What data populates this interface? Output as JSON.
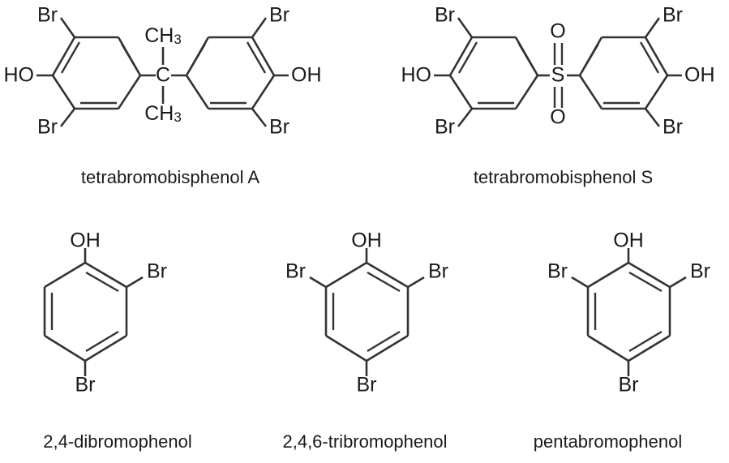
{
  "figure": {
    "background_color": "#ffffff",
    "line_color": "#333333",
    "text_color": "#1a1a1a",
    "rows": 2,
    "columns_row1": 2,
    "columns_row2": 3
  },
  "compounds": [
    {
      "id": "tetrabromobisphenol-a",
      "caption": "tetrabromobisphenol A",
      "bridge": "C",
      "bridge_substituents": [
        "CH3",
        "CH3"
      ],
      "rings": 2,
      "labels": {
        "hydroxyl_left": "HO",
        "hydroxyl_right": "OH",
        "bromo": "Br",
        "methyl_top": "CH",
        "methyl_top_sub": "3",
        "methyl_bottom": "CH",
        "methyl_bottom_sub": "3",
        "bridge_carbon": "C"
      },
      "bromine_count": 4
    },
    {
      "id": "tetrabromobisphenol-s",
      "caption": "tetrabromobisphenol S",
      "bridge": "S",
      "bridge_substituents": [
        "O",
        "O"
      ],
      "rings": 2,
      "labels": {
        "hydroxyl_left": "HO",
        "hydroxyl_right": "OH",
        "bromo": "Br",
        "sulfur": "S",
        "oxygen_top": "O",
        "oxygen_bottom": "O"
      },
      "bromine_count": 4
    },
    {
      "id": "2-4-dibromophenol",
      "caption": "2,4-dibromophenol",
      "rings": 1,
      "labels": {
        "hydroxyl": "OH",
        "bromo_right": "Br",
        "bromo_bottom": "Br"
      },
      "bromine_count": 2
    },
    {
      "id": "2-4-6-tribromophenol",
      "caption": "2,4,6-tribromophenol",
      "rings": 1,
      "labels": {
        "hydroxyl": "OH",
        "bromo_left": "Br",
        "bromo_right": "Br",
        "bromo_bottom": "Br"
      },
      "bromine_count": 3
    },
    {
      "id": "pentabromophenol",
      "caption": "pentabromophenol",
      "rings": 1,
      "labels": {
        "hydroxyl": "OH",
        "bromo_left": "Br",
        "bromo_right": "Br",
        "bromo_bottom": "Br"
      },
      "bromine_count": 3
    }
  ],
  "captions": {
    "tbbpa": "tetrabromobisphenol A",
    "tbbps": "tetrabromobisphenol S",
    "dibromophenol": "2,4-dibromophenol",
    "tribromophenol": "2,4,6-tribromophenol",
    "pentabromophenol": "pentabromophenol"
  },
  "atom_labels": {
    "HO": "HO",
    "OH": "OH",
    "Br": "Br",
    "C": "C",
    "S": "S",
    "O": "O",
    "CH": "CH",
    "three": "3"
  }
}
